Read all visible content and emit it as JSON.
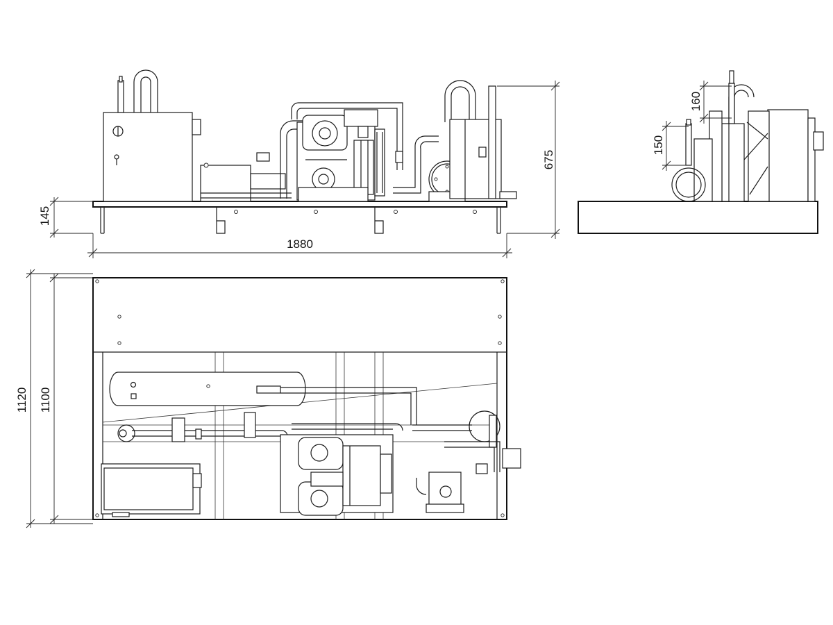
{
  "dimensions": {
    "base_height": "145",
    "overall_length": "1880",
    "overall_height": "675",
    "side_dim_upper": "160",
    "side_dim_lower": "150",
    "overall_depth": "1120",
    "frame_depth": "1100"
  },
  "colors": {
    "line": "#1a1a1a",
    "background": "#ffffff"
  }
}
